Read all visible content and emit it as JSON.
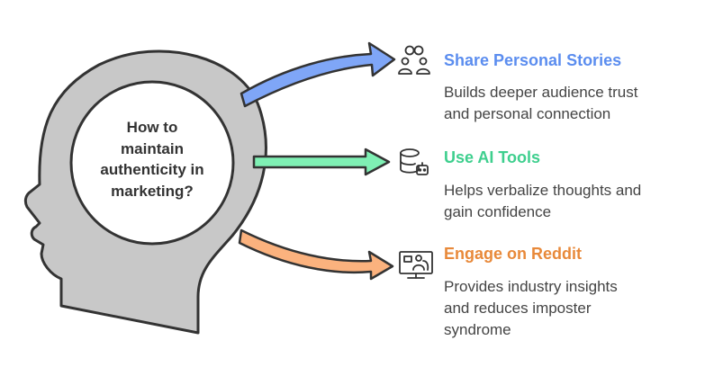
{
  "center": {
    "question": "How to\nmaintain\nauthenticity in\nmarketing?"
  },
  "branches": [
    {
      "title": "Share Personal Stories",
      "description": "Builds deeper audience trust\nand personal connection",
      "color": "#5b8def",
      "icon": "people-share-icon"
    },
    {
      "title": "Use AI Tools",
      "description": "Helps verbalize thoughts and\ngain confidence",
      "color": "#3ecf8e",
      "icon": "database-robot-icon"
    },
    {
      "title": "Engage on Reddit",
      "description": "Provides industry insights\nand reduces imposter\nsyndrome",
      "color": "#e8893a",
      "icon": "monitor-people-icon"
    }
  ],
  "colors": {
    "head_fill": "#c8c8c8",
    "head_stroke": "#333333",
    "arrow_blue": "#7fa6f7",
    "arrow_green": "#7ff0b4",
    "arrow_orange": "#fbb27e"
  }
}
